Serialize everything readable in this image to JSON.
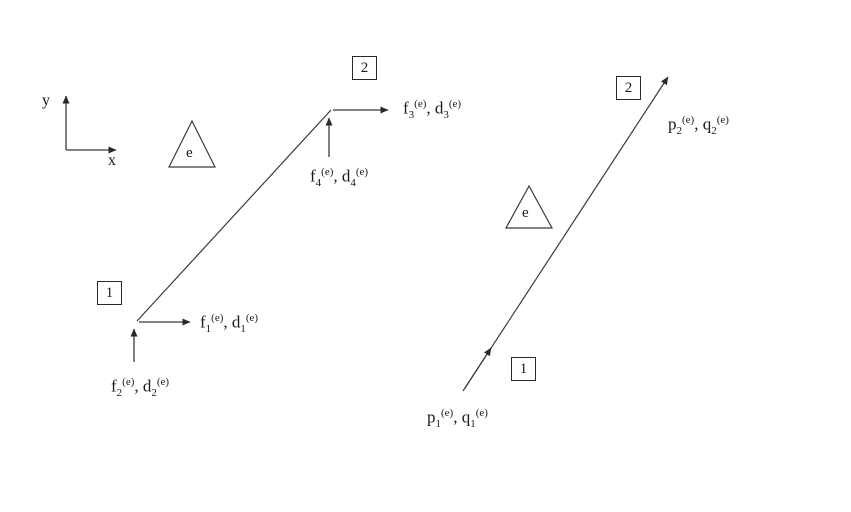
{
  "separator": ", ",
  "axes": {
    "y_label": "y",
    "x_label": "x"
  },
  "left": {
    "element_label": "e",
    "node1": "1",
    "node2": "2",
    "labels": {
      "f1d1": {
        "t1b": "f",
        "t1s": "1",
        "t1p": "(e)",
        "t2b": "d",
        "t2s": "1",
        "t2p": "(e)"
      },
      "f2d2": {
        "t1b": "f",
        "t1s": "2",
        "t1p": "(e)",
        "t2b": "d",
        "t2s": "2",
        "t2p": "(e)"
      },
      "f3d3": {
        "t1b": "f",
        "t1s": "3",
        "t1p": "(e)",
        "t2b": "d",
        "t2s": "3",
        "t2p": "(e)"
      },
      "f4d4": {
        "t1b": "f",
        "t1s": "4",
        "t1p": "(e)",
        "t2b": "d",
        "t2s": "4",
        "t2p": "(e)"
      }
    }
  },
  "right": {
    "element_label": "e",
    "node1": "1",
    "node2": "2",
    "labels": {
      "p1q1": {
        "t1b": "p",
        "t1s": "1",
        "t1p": "(e)",
        "t2b": "q",
        "t2s": "1",
        "t2p": "(e)"
      },
      "p2q2": {
        "t1b": "p",
        "t1s": "2",
        "t1p": "(e)",
        "t2b": "q",
        "t2s": "2",
        "t2p": "(e)"
      }
    }
  },
  "colors": {
    "line": "#3a3a3a",
    "background": "#ffffff"
  }
}
